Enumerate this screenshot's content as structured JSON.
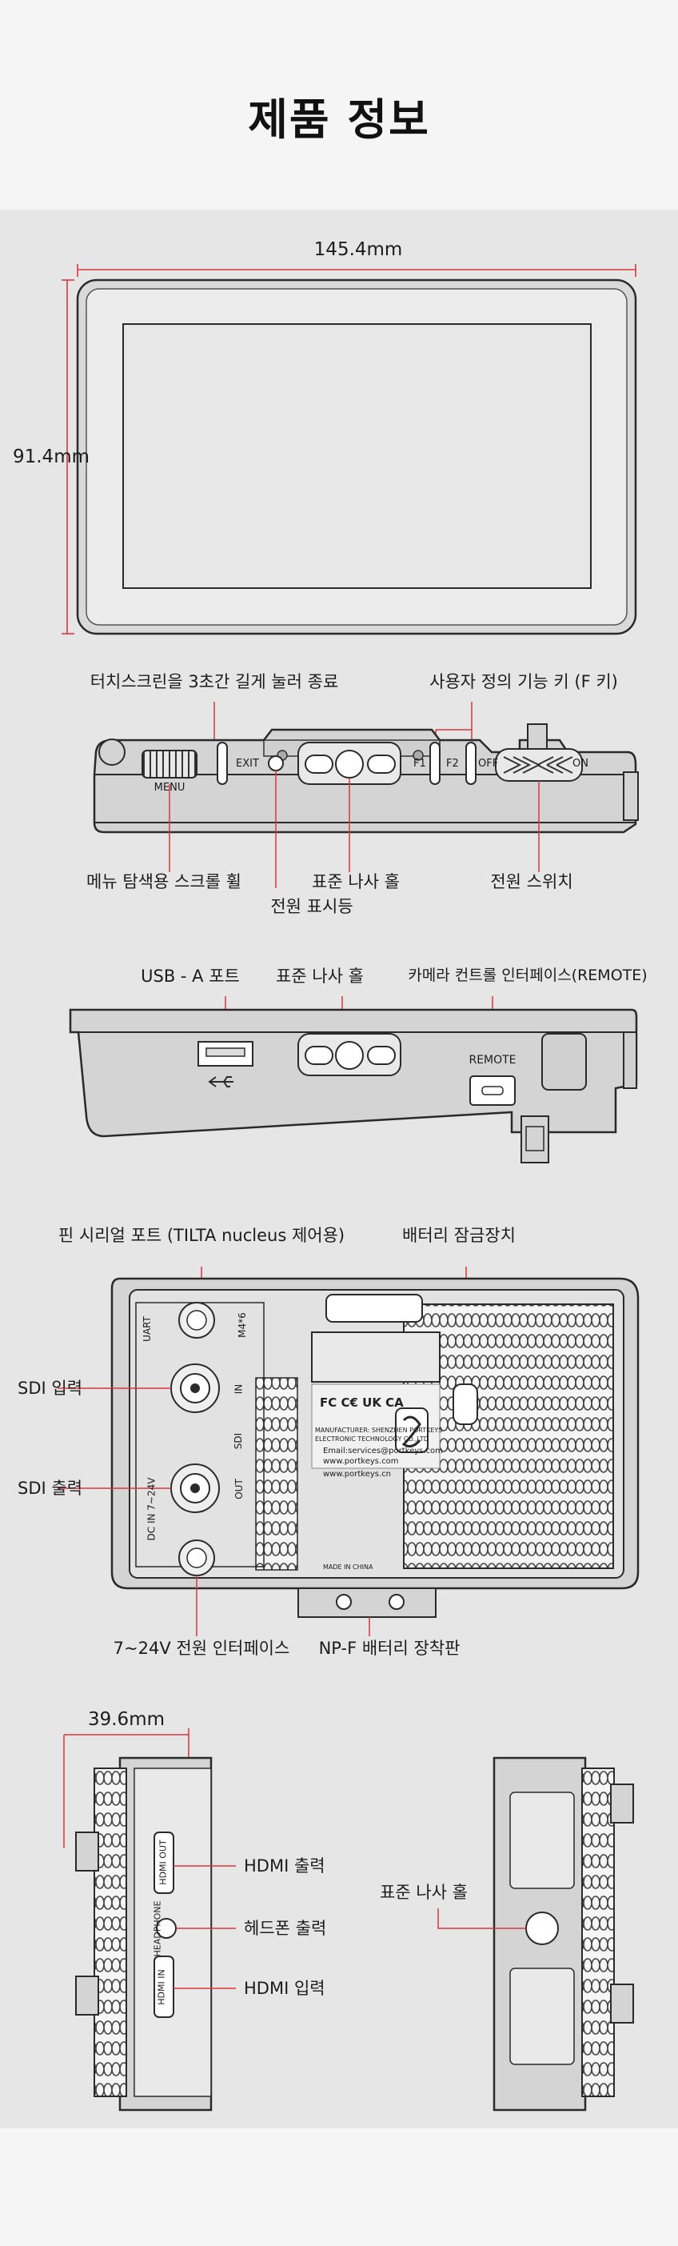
{
  "page": {
    "title": "제품 정보"
  },
  "colors": {
    "accent": "#d9363e",
    "line": "#2a2a2a",
    "panel": "#e6e6e6"
  },
  "dimensions": {
    "width": "145.4mm",
    "height": "91.4mm",
    "depth": "39.6mm"
  },
  "top_view": {
    "labels": {
      "touch_exit": "터치스크린을 3초간 길게 눌러 종료",
      "custom_keys": "사용자 정의 기능 키 (F 키)",
      "menu_wheel": "메뉴 탐색용 스크롤 휠",
      "power_led": "전원 표시등",
      "screw_hole": "표준 나사 홀",
      "power_switch": "전원 스위치"
    },
    "printed": {
      "menu": "MENU",
      "exit": "EXIT",
      "f1": "F1",
      "f2": "F2",
      "off": "OFF",
      "on": "ON"
    }
  },
  "bottom_view": {
    "labels": {
      "usb": "USB - A 포트",
      "screw_hole": "표준 나사 홀",
      "remote": "카메라 컨트롤 인터페이스(REMOTE)"
    },
    "printed": {
      "remote": "REMOTE"
    }
  },
  "back_view": {
    "labels": {
      "pin_serial": "핀 시리얼 포트 (TILTA nucleus 제어용)",
      "battery_lock": "배터리 잠금장치",
      "sdi_in": "SDI 입력",
      "sdi_out": "SDI 출력",
      "dc_in": "7~24V 전원 인터페이스",
      "npf_plate": "NP-F 배터리 장착판"
    },
    "printed": {
      "uart": "UART",
      "m4": "M4*6",
      "in": "IN",
      "sdi": "SDI",
      "out": "OUT",
      "dc": "DC IN 7~24V",
      "manufacturer": "MANUFACTURER: SHENZHEN PORTKEYS",
      "company": "ELECTRONIC TECHNOLOGY CO.,LTD",
      "email": "Email:services@portkeys.com",
      "web1": "www.portkeys.com",
      "web2": "www.portkeys.cn",
      "made_in": "MADE IN CHINA"
    }
  },
  "side_view": {
    "labels": {
      "hdmi_out": "HDMI 출력",
      "headphone": "헤드폰 출력",
      "hdmi_in": "HDMI 입력",
      "screw_hole": "표준 나사 홀"
    },
    "printed": {
      "hdmi_out": "HDMI OUT",
      "headphone": "HEADPHONE",
      "hdmi_in": "HDMI IN"
    }
  }
}
